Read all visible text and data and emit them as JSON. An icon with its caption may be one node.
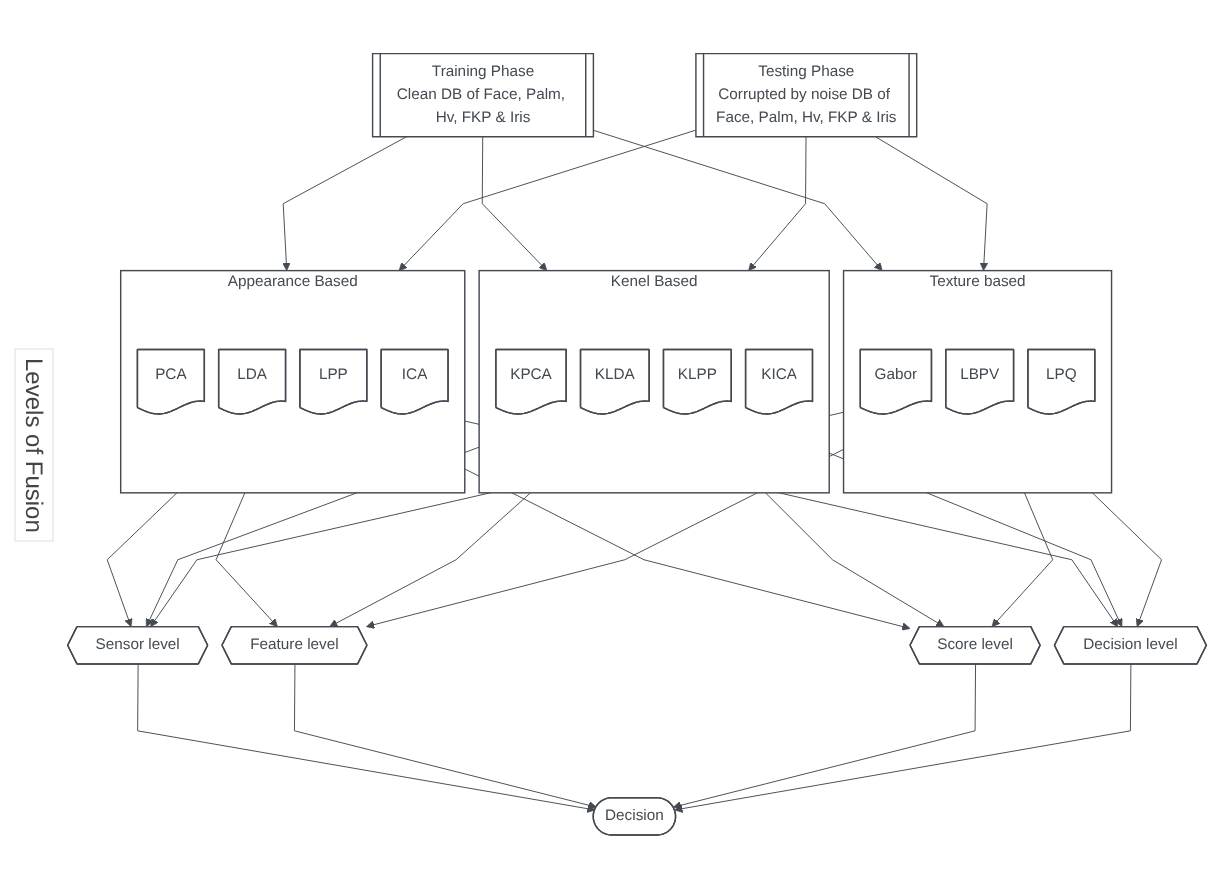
{
  "diagram": {
    "nodes": [
      {
        "text": [
          "Training Phase",
          "Clean DB of Face, Palm, Hv, FKP & Iris"
        ]
      },
      {
        "text": [
          "Testing Phase",
          "Corrupted by noise DB of Face, Palm, Hv, FKP & Iris"
        ]
      },
      {
        "text": [
          "Appearance Based"
        ]
      },
      {
        "text": [
          "PCA"
        ],
        "in": 2
      },
      {
        "text": [
          "LDA"
        ],
        "in": 2
      },
      {
        "text": [
          "LPP"
        ],
        "in": 2
      },
      {
        "text": [
          "ICA"
        ],
        "in": 2
      },
      {
        "text": [
          "Kenel Based"
        ]
      },
      {
        "text": [
          "KPCA"
        ],
        "in": 7
      },
      {
        "text": [
          "KLDA"
        ],
        "in": 7
      },
      {
        "text": [
          "KLPP"
        ],
        "in": 7
      },
      {
        "text": [
          "KICA"
        ],
        "in": 7
      },
      {
        "text": [
          "Texture based"
        ]
      },
      {
        "text": [
          "Gabor"
        ],
        "in": 12
      },
      {
        "text": [
          "LBPV"
        ],
        "in": 12
      },
      {
        "text": [
          "LPQ"
        ],
        "in": 12
      },
      {
        "text": [
          "Sensor level"
        ]
      },
      {
        "text": [
          "Feature level"
        ]
      },
      {
        "text": [
          "Score level"
        ]
      },
      {
        "text": [
          "Decision level"
        ]
      },
      {
        "text": [
          "Decision"
        ]
      }
    ],
    "edges": [
      {
        "from": 0,
        "to": 2,
        "arrow": "to"
      },
      {
        "from": 0,
        "to": 7,
        "arrow": "to"
      },
      {
        "from": 0,
        "to": 12,
        "arrow": "to"
      },
      {
        "from": 1,
        "to": 2,
        "arrow": "to"
      },
      {
        "from": 1,
        "to": 7,
        "arrow": "to"
      },
      {
        "from": 1,
        "to": 12,
        "arrow": "to"
      },
      {
        "from": 2,
        "to": 16,
        "arrow": "to"
      },
      {
        "from": 2,
        "to": 17,
        "arrow": "to"
      },
      {
        "from": 2,
        "to": 18,
        "arrow": "to"
      },
      {
        "from": 2,
        "to": 19,
        "arrow": "to"
      },
      {
        "from": 7,
        "to": 16,
        "arrow": "to"
      },
      {
        "from": 7,
        "to": 17,
        "arrow": "to"
      },
      {
        "from": 7,
        "to": 18,
        "arrow": "to"
      },
      {
        "from": 7,
        "to": 19,
        "arrow": "to"
      },
      {
        "from": 12,
        "to": 16,
        "arrow": "to"
      },
      {
        "from": 12,
        "to": 17,
        "arrow": "to"
      },
      {
        "from": 12,
        "to": 18,
        "arrow": "to"
      },
      {
        "from": 12,
        "to": 19,
        "arrow": "to"
      },
      {
        "from": 16,
        "to": 20,
        "arrow": "to"
      },
      {
        "from": 17,
        "to": 20,
        "arrow": "to"
      },
      {
        "from": 18,
        "to": 20,
        "arrow": "to"
      },
      {
        "from": 19,
        "to": 20,
        "arrow": "to"
      }
    ],
    "labels": [
      "Levels of Fusion"
    ]
  }
}
